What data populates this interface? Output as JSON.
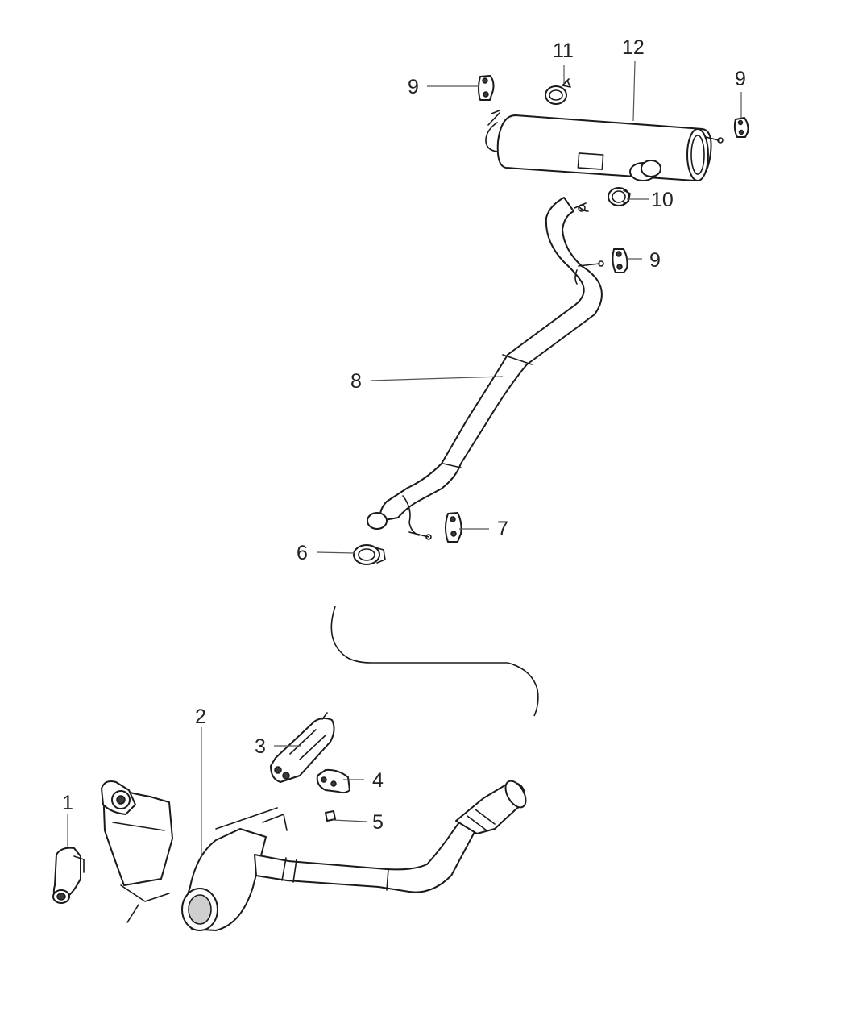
{
  "callouts": [
    {
      "id": "c1",
      "label": "1"
    },
    {
      "id": "c2",
      "label": "2"
    },
    {
      "id": "c3",
      "label": "3"
    },
    {
      "id": "c4",
      "label": "4"
    },
    {
      "id": "c5",
      "label": "5"
    },
    {
      "id": "c6",
      "label": "6"
    },
    {
      "id": "c7",
      "label": "7"
    },
    {
      "id": "c8",
      "label": "8"
    },
    {
      "id": "c9a",
      "label": "9"
    },
    {
      "id": "c9b",
      "label": "9"
    },
    {
      "id": "c9c",
      "label": "9"
    },
    {
      "id": "c10",
      "label": "10"
    },
    {
      "id": "c11",
      "label": "11"
    },
    {
      "id": "c12",
      "label": "12"
    }
  ]
}
